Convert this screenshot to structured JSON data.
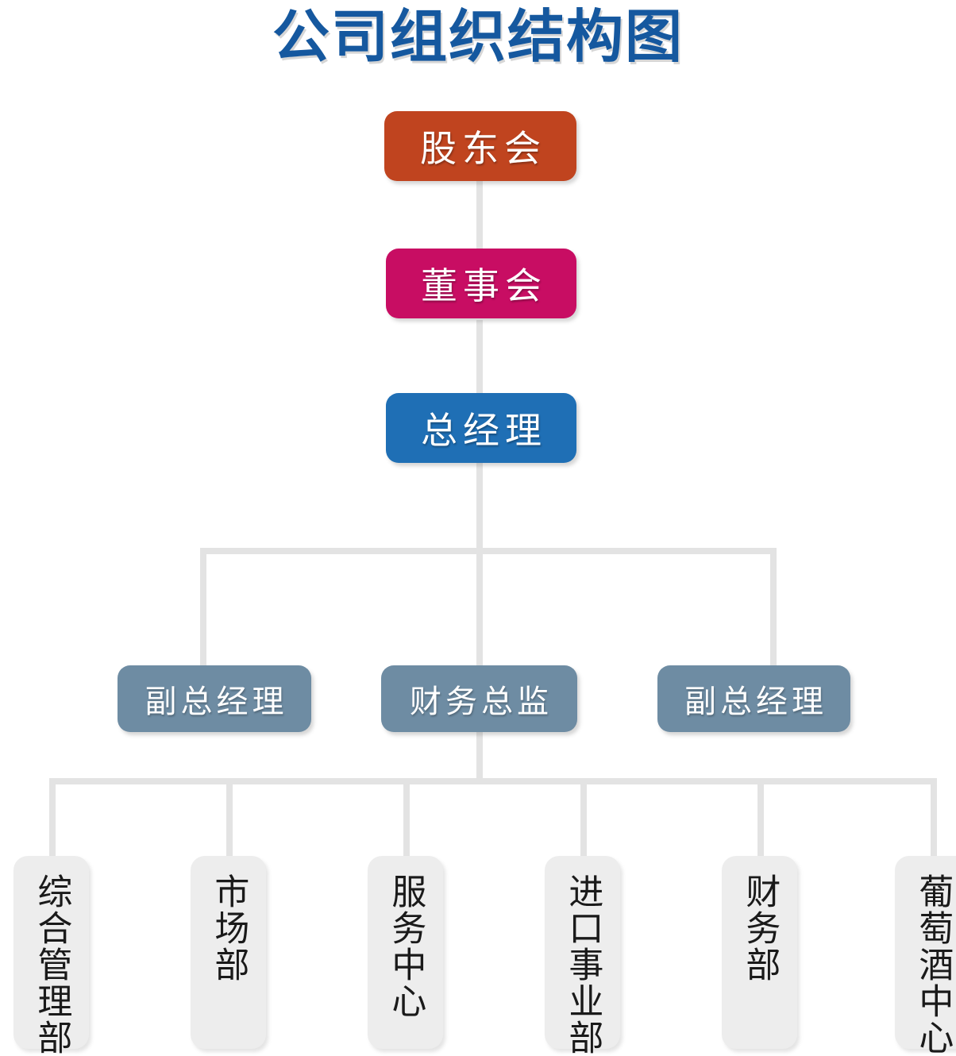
{
  "chart_data": {
    "type": "diagram",
    "title": "公司组织结构图",
    "title_color": "#15589F",
    "connector_color": "#E3E3E3",
    "levels": [
      {
        "level": 1,
        "nodes": [
          {
            "label": "股东会",
            "color": "#C0441F"
          }
        ]
      },
      {
        "level": 2,
        "nodes": [
          {
            "label": "董事会",
            "color": "#C80D63"
          }
        ]
      },
      {
        "level": 3,
        "nodes": [
          {
            "label": "总经理",
            "color": "#1F6FB5"
          }
        ]
      },
      {
        "level": 4,
        "nodes": [
          {
            "label": "副总经理",
            "color": "#6E8CA3"
          },
          {
            "label": "财务总监",
            "color": "#6E8CA3"
          },
          {
            "label": "副总经理",
            "color": "#6E8CA3"
          }
        ]
      },
      {
        "level": 5,
        "nodes": [
          {
            "label": "综合管理部",
            "color": "#EDEDED"
          },
          {
            "label": "市场部",
            "color": "#EDEDED"
          },
          {
            "label": "服务中心",
            "color": "#EDEDED"
          },
          {
            "label": "进口事业部",
            "color": "#EDEDED"
          },
          {
            "label": "财务部",
            "color": "#EDEDED"
          },
          {
            "label": "葡萄酒中心",
            "color": "#EDEDED"
          }
        ]
      }
    ]
  },
  "title": {
    "text": "公司组织结构图"
  },
  "nodes": {
    "shareholders": "股东会",
    "board": "董事会",
    "general_manager": "总经理",
    "deputy_gm_left": "副总经理",
    "finance_director": "财务总监",
    "deputy_gm_right": "副总经理",
    "dept_admin": "综合管理部",
    "dept_marketing": "市场部",
    "dept_service": "服务中心",
    "dept_import": "进口事业部",
    "dept_finance": "财务部",
    "dept_wine": "葡萄酒中心"
  },
  "colors": {
    "title": "#15589F",
    "shareholders": "#C0441F",
    "board": "#C80D63",
    "general_manager": "#1F6FB5",
    "management": "#6E8CA3",
    "department": "#EDEDED",
    "connector": "#E3E3E3"
  }
}
